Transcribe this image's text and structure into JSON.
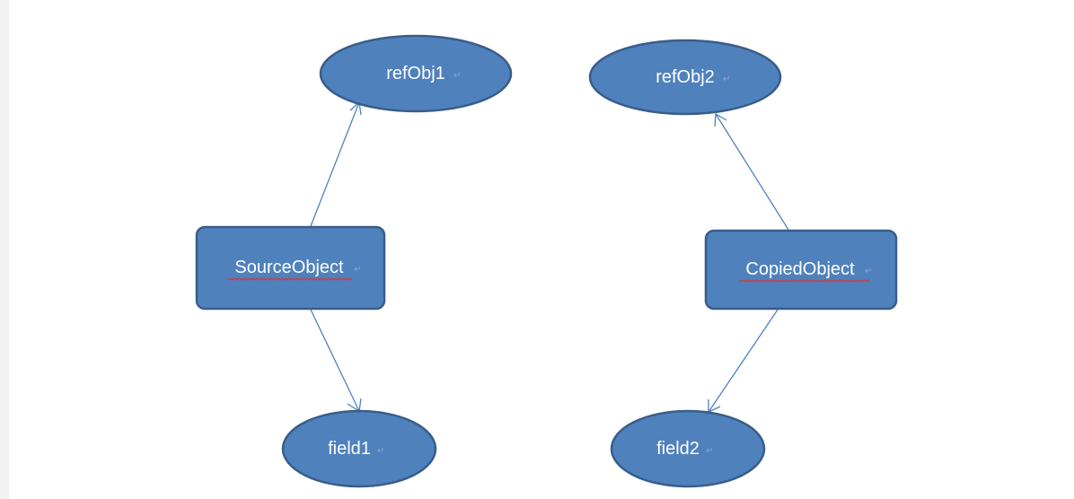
{
  "diagram": {
    "nodes": [
      {
        "id": "refObj1",
        "label": "refObj1",
        "shape": "ellipse",
        "spellcheck": false
      },
      {
        "id": "refObj2",
        "label": "refObj2",
        "shape": "ellipse",
        "spellcheck": false
      },
      {
        "id": "sourceObject",
        "label": "SourceObject",
        "shape": "rounded-rect",
        "spellcheck": true
      },
      {
        "id": "copiedObject",
        "label": "CopiedObject",
        "shape": "rounded-rect",
        "spellcheck": true
      },
      {
        "id": "field1",
        "label": "field1",
        "shape": "ellipse",
        "spellcheck": false
      },
      {
        "id": "field2",
        "label": "field2",
        "shape": "ellipse",
        "spellcheck": false
      }
    ],
    "edges": [
      {
        "from": "sourceObject",
        "to": "refObj1"
      },
      {
        "from": "sourceObject",
        "to": "field1"
      },
      {
        "from": "copiedObject",
        "to": "refObj2"
      },
      {
        "from": "copiedObject",
        "to": "field2"
      }
    ],
    "colors": {
      "fill": "#4f81bd",
      "stroke": "#385d8a",
      "edge": "#4f81bd",
      "text": "#ffffff"
    }
  }
}
